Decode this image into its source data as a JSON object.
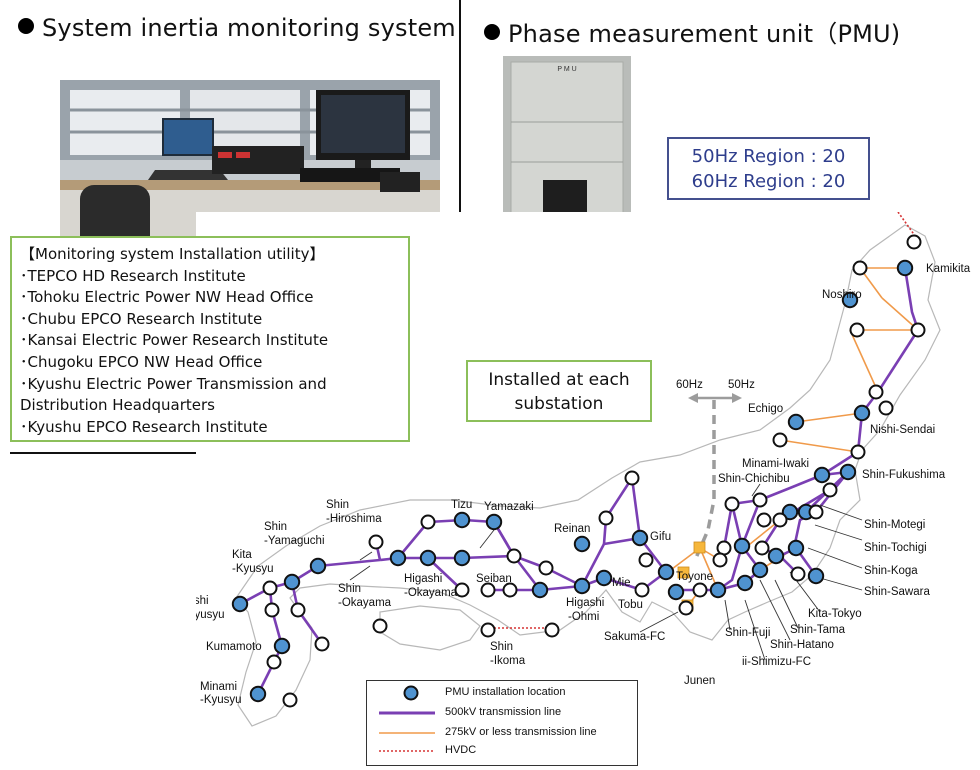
{
  "header": {
    "left_title": "System inertia monitoring system",
    "right_title": "Phase measurement unit（PMU)"
  },
  "utility_box": {
    "title": "【Monitoring system Installation utility】",
    "items": [
      "･TEPCO HD Research Institute",
      "･Tohoku Electric Power NW Head Office",
      "･Chubu EPCO Research Institute",
      "･Kansai Electric Power Research Institute",
      "･Chugoku EPCO NW Head Office",
      "･Kyushu Electric Power Transmission and",
      "Distribution Headquarters",
      "･Kyushu EPCO Research Institute"
    ]
  },
  "installed_box": {
    "line1": "Installed at each",
    "line2": "substation"
  },
  "region_box": {
    "line1": "50Hz Region : 20",
    "line2": "60Hz Region : 20"
  },
  "freq_boundary": {
    "left": "60Hz",
    "right": "50Hz"
  },
  "pmu_cabinet_label": "P M U",
  "map_labels": {
    "kamikita": "Kamikita",
    "noshiro": "Noshiro",
    "echigo": "Echigo",
    "nishi_sendai": "Nishi-Sendai",
    "minami_iwaki": "Minami-Iwaki",
    "shin_fukushima": "Shin-Fukushima",
    "shin_chichibu": "Shin-Chichibu",
    "shin_motegi": "Shin-Motegi",
    "shin_tochigi": "Shin-Tochigi",
    "shin_koga": "Shin-Koga",
    "shin_sawara": "Shin-Sawara",
    "kita_tokyo": "Kita-Tokyo",
    "shin_tama": "Shin-Tama",
    "shin_hatano": "Shin-Hatano",
    "shin_fuji": "Shin-Fuji",
    "shin_shimizu_fc": "ii-Shimizu-FC",
    "sakuma_fc": "Sakuma-FC",
    "tobu": "Tobu",
    "toyone": "Toyone",
    "gifu": "Gifu",
    "mie": "Mie",
    "reinan": "Reinan",
    "yamazaki": "Yamazaki",
    "tizu": "Tizu",
    "seiban": "Seiban",
    "higashi_ohmi_1": "Higashi",
    "higashi_ohmi_2": "-Ohmi",
    "shin_ikoma_1": "Shin",
    "shin_ikoma_2": "-Ikoma",
    "higashi_okayama_1": "Higashi",
    "higashi_okayama_2": "-Okayama",
    "shin_okayama_1": "Shin",
    "shin_okayama_2": "-Okayama",
    "shin_hiroshima_1": "Shin",
    "shin_hiroshima_2": "-Hiroshima",
    "shin_yamaguchi_1": "Shin",
    "shin_yamaguchi_2": "-Yamaguchi",
    "kita_kyusyu_1": "Kita",
    "kita_kyusyu_2": "-Kyusyu",
    "nishi_kyusyu_1": "Nishi",
    "nishi_kyusyu_2": "-Kyusyu",
    "kumamoto": "Kumamoto",
    "minami_kyusyu_1": "Minami",
    "minami_kyusyu_2": "-Kyusyu",
    "junen": "Junen"
  },
  "legend": {
    "pmu": "PMU installation location",
    "line500": "500kV transmission line",
    "line275": "275kV  or less transmission line",
    "hvdc": "HVDC"
  },
  "colors": {
    "line500": "#7a3fb3",
    "line275": "#f09a4a",
    "pmu_fill": "#4f93d0",
    "hvdc": "#d53333",
    "fc_square": "#f6b73c",
    "box_green": "#8cbf5a",
    "box_blue": "#44508e"
  }
}
